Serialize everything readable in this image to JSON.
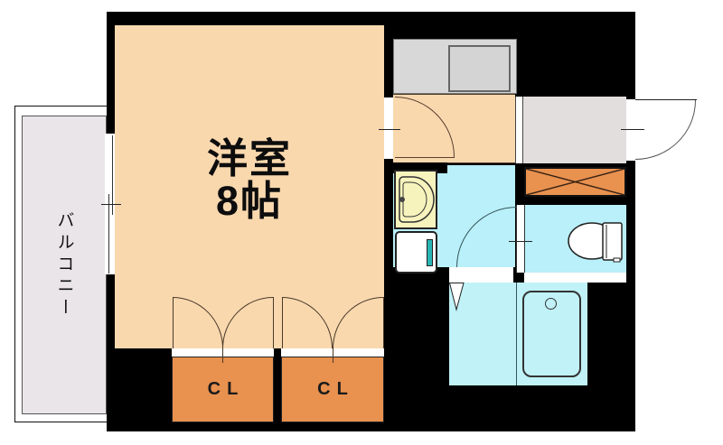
{
  "plan": {
    "type": "apartment-floor-plan",
    "rooms": {
      "balcony": {
        "label": "バルコニー"
      },
      "main_room": {
        "label_line1": "洋室",
        "label_line2": "8帖"
      },
      "closet_left": {
        "label": "CL"
      },
      "closet_right": {
        "label": "CL"
      }
    },
    "colors": {
      "wall": "#000000",
      "room_floor": "#f9d8ae",
      "closet_orange": "#e9914f",
      "wet_area_cyan": "#b9f0f9",
      "balcony_gray": "#eae5e9",
      "entrance_gray": "#e2dedd",
      "kitchen_counter_gray": "#d8d8d8",
      "vanity_yellow": "#f7f3bd",
      "washer_accent_teal": "#2ab5b5"
    }
  }
}
